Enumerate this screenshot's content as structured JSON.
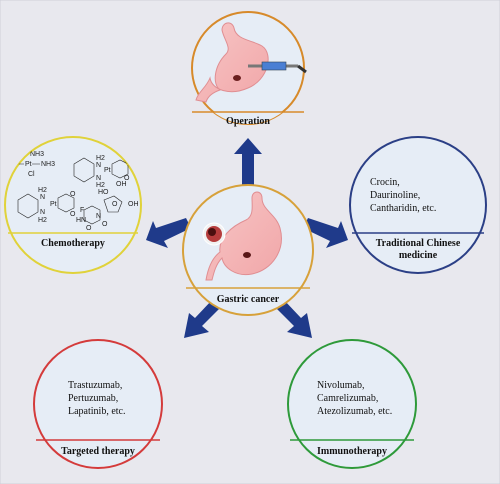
{
  "colors": {
    "background": "#e8e8ee",
    "circle_fill": "#e6edf6",
    "arrow": "#1f3a8a",
    "center_border": "#d7a13a",
    "operation_border": "#d78a2a",
    "chemotherapy_border": "#e0d23a",
    "tcm_border": "#2b3f86",
    "targeted_border": "#d43b3b",
    "immunotherapy_border": "#2e9a3a"
  },
  "center": {
    "label": "Gastric cancer",
    "icons": [
      "stomach-icon",
      "tumor-icon"
    ]
  },
  "nodes": {
    "operation": {
      "label": "Operation",
      "icons": [
        "stomach-icon",
        "endoscope-icon"
      ]
    },
    "chemotherapy": {
      "label": "Chemotherapy",
      "structure_labels": [
        "NH3",
        "Cl",
        "Pt",
        "NH3",
        "Cl",
        "H2",
        "N",
        "Pt",
        "O",
        "O",
        "N",
        "H2",
        "H2",
        "N",
        "Pt",
        "O",
        "O",
        "N",
        "H2",
        "F",
        "HO",
        "OH",
        "OH",
        "O",
        "O",
        "N",
        "O",
        "HN"
      ]
    },
    "tcm": {
      "label_line1": "Traditional Chinese",
      "label_line2": "medicine",
      "drugs": [
        "Crocin,",
        "Daurinoline,",
        "Cantharidin, etc."
      ]
    },
    "targeted": {
      "label": "Targeted therapy",
      "drugs": [
        "Trastuzumab,",
        "Pertuzumab,",
        "Lapatinib, etc."
      ]
    },
    "immunotherapy": {
      "label": "Immunotherapy",
      "drugs": [
        "Nivolumab,",
        "Camrelizumab,",
        "Atezolizumab, etc."
      ]
    }
  }
}
